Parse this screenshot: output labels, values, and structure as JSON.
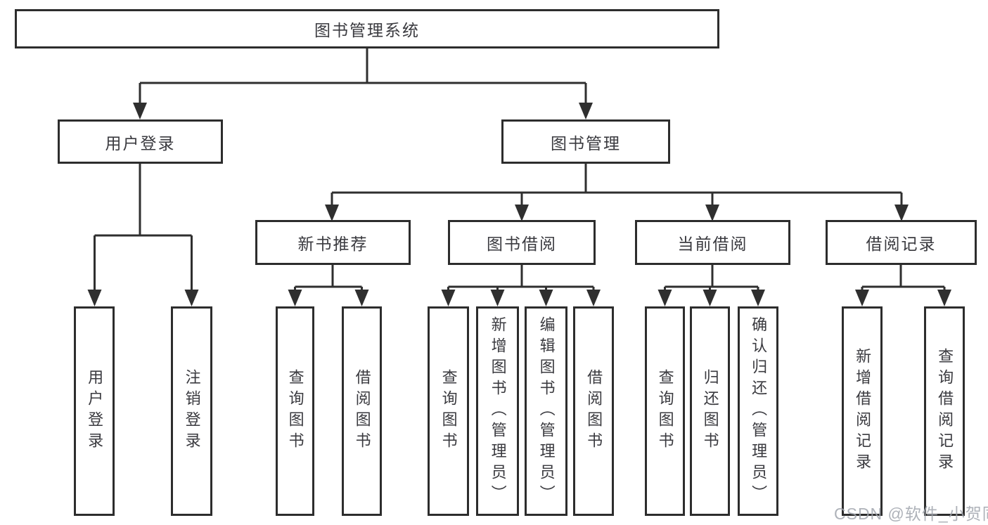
{
  "diagram": {
    "type": "tree",
    "root": {
      "label": "图书管理系统",
      "children": [
        {
          "label": "用户登录",
          "children": [
            {
              "label": "用户登录"
            },
            {
              "label": "注销登录"
            }
          ]
        },
        {
          "label": "图书管理",
          "children": [
            {
              "label": "新书推荐",
              "children": [
                {
                  "label": "查询图书"
                },
                {
                  "label": "借阅图书"
                }
              ]
            },
            {
              "label": "图书借阅",
              "children": [
                {
                  "label": "查询图书"
                },
                {
                  "label": "新增图书（管理员）"
                },
                {
                  "label": "编辑图书（管理员）"
                },
                {
                  "label": "借阅图书"
                }
              ]
            },
            {
              "label": "当前借阅",
              "children": [
                {
                  "label": "查询图书"
                },
                {
                  "label": "归还图书"
                },
                {
                  "label": "确认归还（管理员）"
                }
              ]
            },
            {
              "label": "借阅记录",
              "children": [
                {
                  "label": "新增借阅记录"
                },
                {
                  "label": "查询借阅记录"
                }
              ]
            }
          ]
        }
      ]
    },
    "watermark": "CSDN @软件_小贺同学",
    "colors": {
      "line": "#2f2f2f",
      "box_border": "#2d2d2d",
      "text": "#3a3a3f",
      "watermark": "#a0a5ad",
      "background": "#ffffff"
    }
  }
}
